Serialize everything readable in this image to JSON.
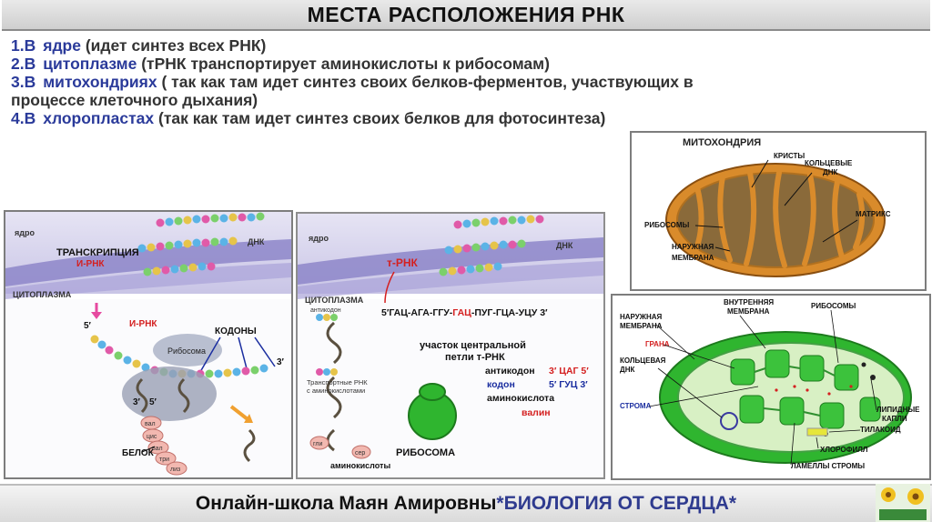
{
  "title": "МЕСТА РАСПОЛОЖЕНИЯ РНК",
  "locations": [
    {
      "num": "1.В",
      "place": "ядре",
      "desc": " (идет синтез всех РНК)"
    },
    {
      "num": "2.В",
      "place": "цитоплазме",
      "desc": " (тРНК транспортирует аминокислоты к рибосомам)"
    },
    {
      "num": "3.В",
      "place": "митохондриях",
      "desc": " ( так как  там идет синтез своих белков-ферментов, участвующих в"
    },
    {
      "num": "",
      "place": "",
      "desc": "процессе клеточного дыхания)"
    },
    {
      "num": "4.В",
      "place": "хлоропластах",
      "desc": " (так как  там идет синтез своих белков для фотосинтеза)"
    }
  ],
  "panel_transcription": {
    "nucleus": "ядро",
    "dna": "ДНК",
    "transcription": "ТРАНСКРИПЦИЯ",
    "mrna_red": "И-РНК",
    "cytoplasm": "ЦИТОПЛАЗМА",
    "five_prime": "5′",
    "three_prime": "3′",
    "mrna_label": "И-РНК",
    "codons": "КОДОНЫ",
    "ribosome": "Рибосома",
    "protein": "БЕЛОК",
    "amino": [
      "вал",
      "цис",
      "вал",
      "три",
      "лиз"
    ]
  },
  "panel_trna": {
    "nucleus": "ядро",
    "dna": "ДНК",
    "trna": "т-РНК",
    "cytoplasm": "ЦИТОПЛАЗМА",
    "anticodon_small": "антикодон",
    "sequence_a": "5′ГАЦ-АГА-ГГУ-",
    "sequence_b": "ГАЦ",
    "sequence_c": "-ПУГ-ГЦА-УЦУ 3′",
    "loop_line1": "участок центральной",
    "loop_line2": "петли т-РНК",
    "anticodon": "антикодон",
    "anticodon_val": "3′ ЦАГ 5′",
    "codon": "кодон",
    "codon_val": "5′ ГУЦ 3′",
    "amino_label": "аминокислота",
    "amino_val": "валин",
    "transport_line1": "Транспортные РНК",
    "transport_line2": "с аминокислотами",
    "ribosome": "РИБОСОМА",
    "aminoacids": "аминокислоты",
    "gly": "гли",
    "ser": "сер"
  },
  "panel_mito": {
    "title": "МИТОХОНДРИЯ",
    "cristae": "КРИСТЫ",
    "ring_dna_1": "КОЛЬЦЕВЫЕ",
    "ring_dna_2": "ДНК",
    "ribosomes": "РИБОСОМЫ",
    "matrix": "МАТРИКС",
    "outer_1": "НАРУЖНАЯ",
    "outer_2": "МЕМБРАНА"
  },
  "panel_chloro": {
    "outer_1": "НАРУЖНАЯ",
    "outer_2": "МЕМБРАНА",
    "inner_1": "ВНУТРЕННЯЯ",
    "inner_2": "МЕМБРАНА",
    "ribosomes": "РИБОСОМЫ",
    "grana": "ГРАНА",
    "ring_1": "КОЛЬЦЕВАЯ",
    "ring_2": "ДНК",
    "stroma": "СТРОМА",
    "lipid_1": "ЛИПИДНЫЕ",
    "lipid_2": "КАПЛИ",
    "thylakoid": "ТИЛАКОИД",
    "chlorophyll": "ХЛОРОФИЛЛ",
    "lamellae": "ЛАМЕЛЛЫ СТРОМЫ"
  },
  "footer": {
    "school": "Онлайн-школа Маян Амировны",
    "brand": "*БИОЛОГИЯ ОТ СЕРДЦА*"
  },
  "colors": {
    "membrane": "#8d86c9",
    "mito_outer": "#d98b2b",
    "chloro_green": "#2fb52f",
    "label_red": "#d42020",
    "label_blue": "#2a3a9a"
  }
}
